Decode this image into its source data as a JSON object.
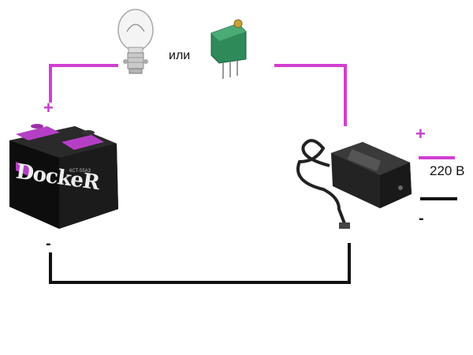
{
  "labels": {
    "ili": "или",
    "voltage": "220 В",
    "plus_battery": "+",
    "minus_battery": "-",
    "plus_mains": "+",
    "minus_mains": "-"
  },
  "battery": {
    "brand": "DockeR",
    "model_text": "6CT-55A3"
  },
  "colors": {
    "positive_wire": "#d23fd2",
    "negative_wire": "#111111",
    "battery_body": "#111111",
    "battery_accent": "#b53fc4",
    "trimmer_body": "#2f8a5a"
  },
  "icons": [
    "light-bulb-icon",
    "trimmer-resistor-icon",
    "battery-icon",
    "power-adapter-icon"
  ]
}
